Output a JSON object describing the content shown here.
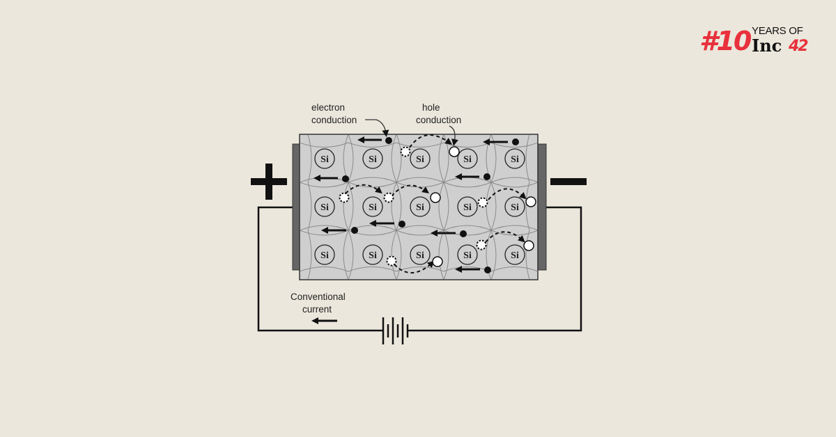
{
  "logo": {
    "number": "#10",
    "years_text": "YEARS OF",
    "brand": "Inc",
    "brand_number": "42",
    "accent_color": "#e8313c"
  },
  "diagram": {
    "title_hidden": "Electron and hole conduction in silicon",
    "labels": {
      "electron_conduction": [
        "electron",
        "conduction"
      ],
      "hole_conduction": [
        "hole",
        "conduction"
      ],
      "conventional_current": [
        "Conventional",
        "current"
      ]
    },
    "terminals": {
      "positive": "+",
      "negative": "−"
    },
    "atom_symbol": "Si",
    "lattice": {
      "rows": 3,
      "cols": 5
    },
    "colors": {
      "background": "#ebe7dc",
      "crystal": "#cfcfcf",
      "electrode": "#666666",
      "wire": "#111111",
      "bond": "#8a8a8a"
    }
  }
}
